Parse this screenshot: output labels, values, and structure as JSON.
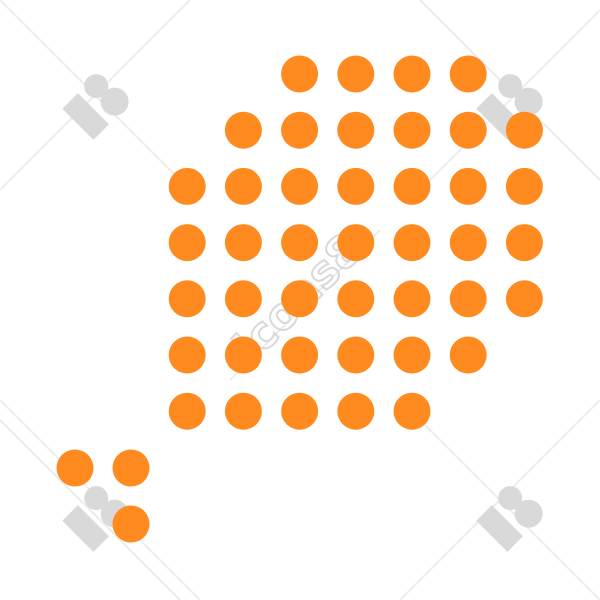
{
  "icon": {
    "name": "padel-racket-dotted-icon",
    "dot_color": "#ff8a1f",
    "head_dot_rows": [
      [
        0,
        0,
        0,
        1,
        1,
        1,
        1,
        0
      ],
      [
        0,
        0,
        1,
        1,
        1,
        1,
        1,
        1
      ],
      [
        0,
        1,
        1,
        1,
        1,
        1,
        1,
        1
      ],
      [
        0,
        1,
        1,
        1,
        1,
        1,
        1,
        1
      ],
      [
        0,
        1,
        1,
        1,
        1,
        1,
        1,
        1
      ],
      [
        0,
        1,
        1,
        1,
        1,
        1,
        1,
        0
      ],
      [
        0,
        1,
        1,
        1,
        1,
        1,
        0,
        0
      ]
    ],
    "ball_dot_count": 3
  },
  "watermark": {
    "text": "icons8",
    "color": "#d9d9d9"
  }
}
